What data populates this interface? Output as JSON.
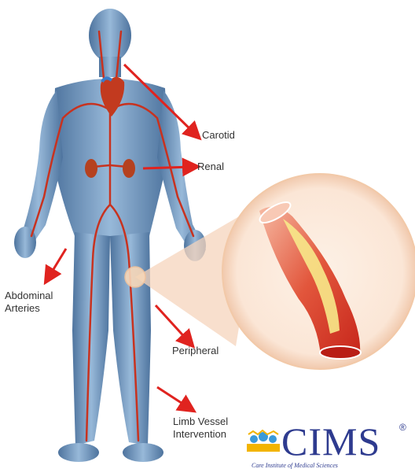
{
  "labels": {
    "carotid": "Carotid",
    "renal": "Renal",
    "abdominal": "Abdominal Arteries",
    "peripheral": "Peripheral",
    "limb": "Limb Vessel Intervention"
  },
  "logo": {
    "name": "CIMS",
    "registered": "®",
    "tagline": "Care Institute of Medical Sciences"
  },
  "colors": {
    "arrow": "#e0231f",
    "body": "#5b86b5",
    "artery": "#c8321f",
    "brand": "#2e3b8f"
  }
}
